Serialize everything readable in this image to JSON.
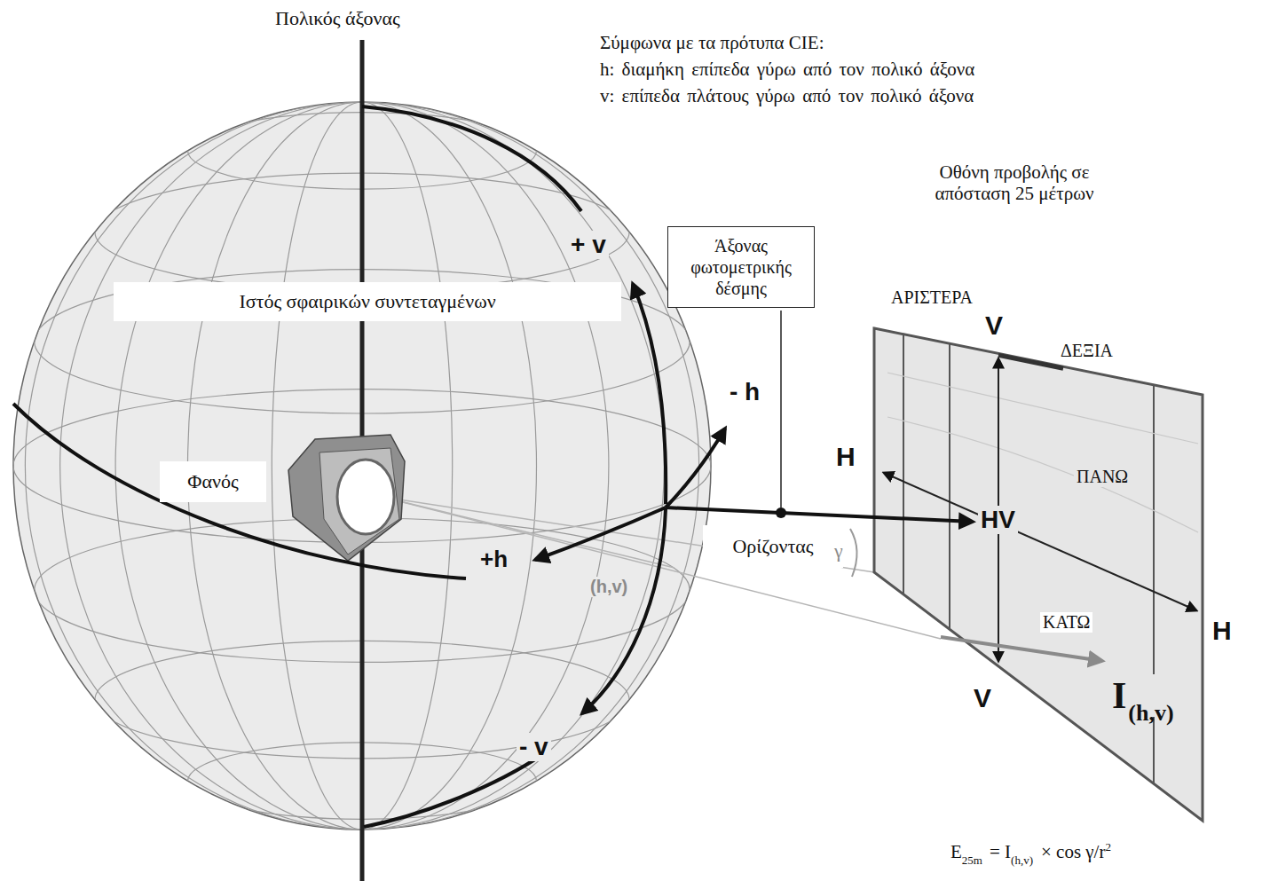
{
  "diagram": {
    "nodes": [
      {
        "text": [
          "Ιστός σφαιρικών συντεταγμένων"
        ]
      },
      {
        "text": [
          "Άξονας φωτομετρικής δέσμης"
        ]
      },
      {
        "text": [
          "Φανός"
        ]
      },
      {
        "text": [
          "Ορίζοντας"
        ]
      }
    ],
    "labels": [
      "Πολικός άξονας",
      "Σύμφωνα με τα πρότυπα CIE:",
      "h: διαμήκη επίπεδα γύρω από τον πολικό άξονα",
      "v: επίπεδα πλάτους γύρω από τον πολικό άξονα",
      "Οθόνη προβολής σε απόσταση 25 μέτρων",
      "+ v",
      "- h",
      "+h",
      "(h,v)",
      "- v",
      "ΑΡΙΣΤΕΡΑ",
      "ΔΕΞΙΑ",
      "V",
      "H",
      "HV",
      "ΠΑΝΩ",
      "γ",
      "ΚΑΤΩ",
      "H",
      "V",
      "I",
      "(h,v)",
      "E",
      "25m",
      "= I",
      "(h,v)",
      "× cos γ/r",
      "2"
    ]
  }
}
